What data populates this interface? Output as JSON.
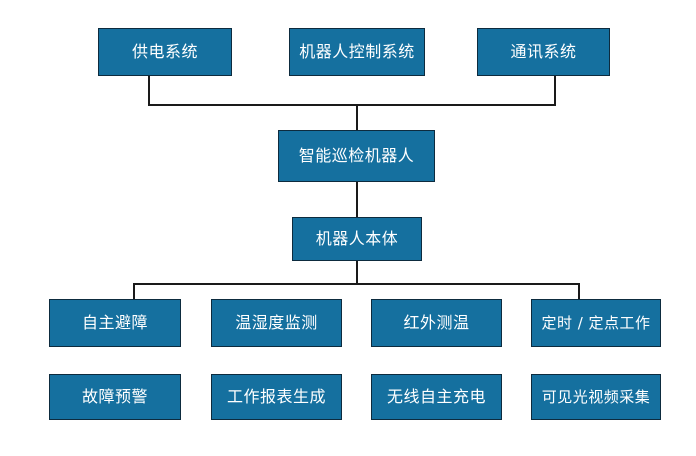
{
  "diagram": {
    "type": "hierarchy-tree",
    "title": "",
    "colors": {
      "node_fill": "#15709f",
      "node_border": "#0d2b3e",
      "node_text": "#ffffff",
      "connector": "#1a1a1a",
      "background": "#ffffff"
    },
    "levels": [
      {
        "level": 1,
        "name": "subsystems",
        "nodes": [
          {
            "id": "power-supply-system",
            "label": "供电系统"
          },
          {
            "id": "robot-control-system",
            "label": "机器人控制系统"
          },
          {
            "id": "communication-system",
            "label": "通讯系统"
          }
        ]
      },
      {
        "level": 2,
        "name": "root",
        "nodes": [
          {
            "id": "intelligent-inspection-robot",
            "label": "智能巡检机器人"
          }
        ]
      },
      {
        "level": 3,
        "name": "robot-body",
        "nodes": [
          {
            "id": "robot-body",
            "label": "机器人本体"
          }
        ]
      },
      {
        "level": 4,
        "name": "functions-row-1",
        "nodes": [
          {
            "id": "autonomous-obstacle-avoidance",
            "label": "自主避障"
          },
          {
            "id": "temperature-humidity-monitoring",
            "label": "温湿度监测"
          },
          {
            "id": "infrared-temperature-measurement",
            "label": "红外测温"
          },
          {
            "id": "timed-fixed-point-work",
            "label": "定时 / 定点工作"
          }
        ]
      },
      {
        "level": 5,
        "name": "functions-row-2",
        "nodes": [
          {
            "id": "fault-early-warning",
            "label": "故障预警"
          },
          {
            "id": "work-report-generation",
            "label": "工作报表生成"
          },
          {
            "id": "wireless-autonomous-charging",
            "label": "无线自主充电"
          },
          {
            "id": "visible-light-video-collection",
            "label": "可见光视频采集"
          }
        ]
      }
    ]
  }
}
